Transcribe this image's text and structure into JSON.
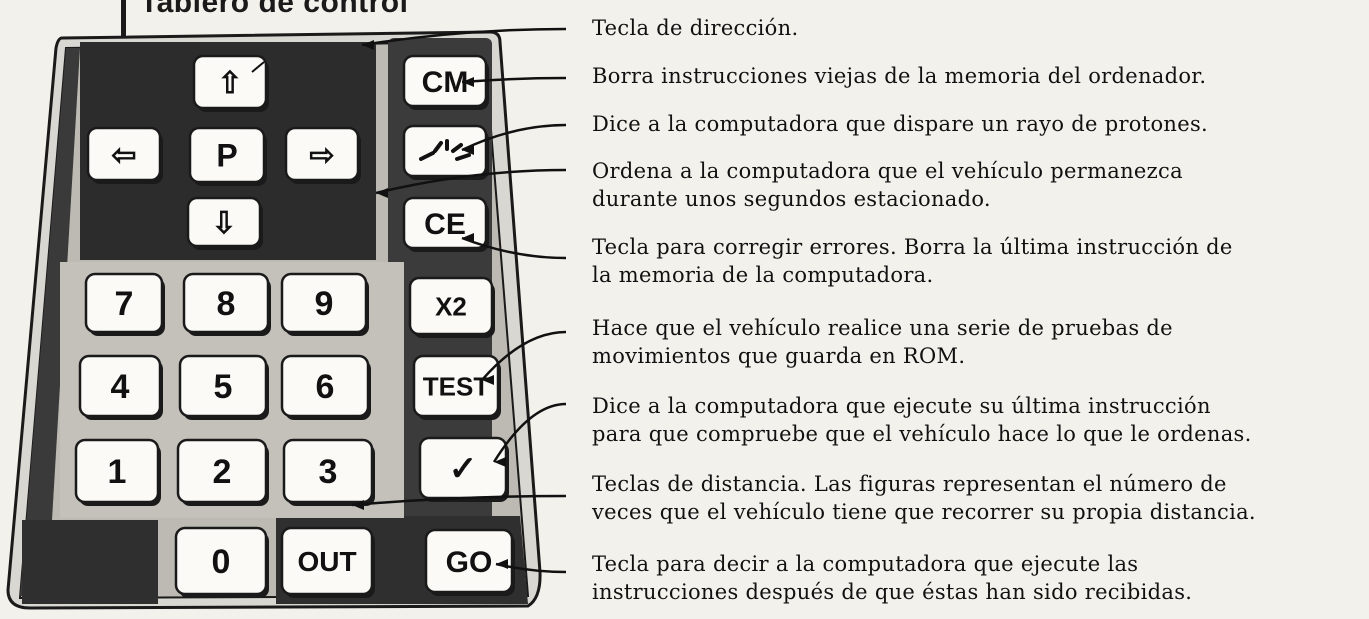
{
  "title": "Tablero de control",
  "keys": {
    "up": "⇧",
    "left": "⇦",
    "right": "⇨",
    "down": "⇩",
    "pause": "P",
    "cm": "CM",
    "fire": "",
    "ce": "CE",
    "x2": "X2",
    "test": "TEST",
    "check": "✓",
    "go": "GO",
    "out": "OUT",
    "d7": "7",
    "d8": "8",
    "d9": "9",
    "d4": "4",
    "d5": "5",
    "d6": "6",
    "d1": "1",
    "d2": "2",
    "d3": "3",
    "d0": "0"
  },
  "descriptions": [
    {
      "lines": [
        "Tecla de dirección."
      ]
    },
    {
      "lines": [
        "Borra instrucciones viejas de la memoria del ordenador."
      ]
    },
    {
      "lines": [
        "Dice a la computadora que dispare un rayo de protones."
      ]
    },
    {
      "lines": [
        "Ordena a la computadora que el vehículo permanezca",
        "durante unos segundos estacionado."
      ]
    },
    {
      "lines": [
        "Tecla para corregir errores. Borra la última instrucción de",
        "la memoria de la computadora."
      ]
    },
    {
      "lines": [
        "Hace que el vehículo realice una serie de pruebas de",
        "movimientos que guarda en ROM."
      ]
    },
    {
      "lines": [
        "Dice a la computadora que ejecute su última instrucción",
        "para que compruebe que el vehículo hace lo que le ordenas."
      ]
    },
    {
      "lines": [
        "Teclas de distancia. Las figuras representan el número de",
        "veces que el vehículo tiene que recorrer su propia distancia."
      ]
    },
    {
      "lines": [
        "Tecla para decir a la computadora que ejecute las",
        "instrucciones después de que éstas han sido recibidas."
      ]
    }
  ]
}
